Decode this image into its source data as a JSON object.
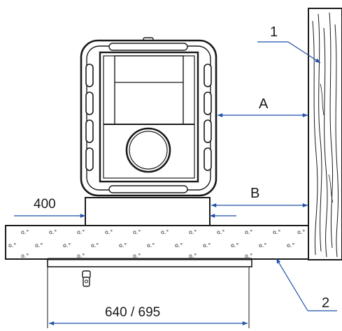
{
  "labels": {
    "callout_1": "1",
    "callout_2": "2",
    "gap_a": "A",
    "gap_b": "B",
    "plinth_width": "400",
    "floor_plate_width": "640 / 695"
  },
  "colors": {
    "line": "#1a1a1a",
    "dimension_arrow": "#1f4fa8",
    "background": "#ffffff"
  }
}
